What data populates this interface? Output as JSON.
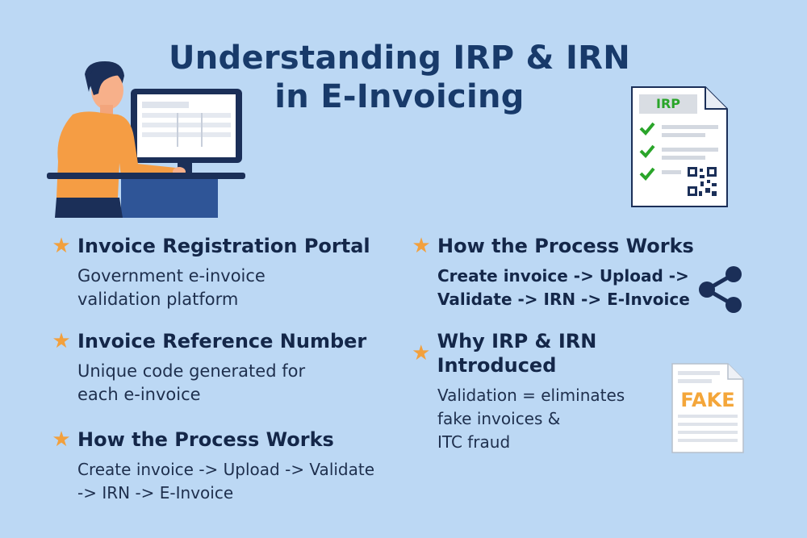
{
  "title": {
    "line1": "Understanding IRP & IRN",
    "line2": "in E-Invoicing"
  },
  "irp_doc": {
    "label": "IRP",
    "icon": "document-checklist-qr-icon"
  },
  "fake_doc": {
    "label": "FAKE",
    "icon": "fake-document-icon"
  },
  "colors": {
    "background": "#bcd8f4",
    "title": "#183a6a",
    "star": "#f2a03d",
    "check": "#2aa52a",
    "fake": "#f4a63a"
  },
  "left_items": [
    {
      "heading": "Invoice Registration Portal",
      "lines": [
        "Government e-invoice",
        "validation platform"
      ]
    },
    {
      "heading": "Invoice Reference Number",
      "lines": [
        "Unique code generated for",
        "each e-invoice"
      ]
    },
    {
      "heading": "How the Process Works",
      "lines": [
        "Create invoice -> Upload -> Validate",
        "-> IRN -> E-Invoice"
      ]
    }
  ],
  "right_items": [
    {
      "heading": "How the Process Works",
      "lines": [
        "Create invoice -> Upload ->",
        "Validate -> IRN -> E-Invoice"
      ]
    },
    {
      "heading": "Why IRP & IRN Introduced",
      "lines": [
        "Validation = eliminates",
        "fake invoices &",
        "ITC fraud"
      ]
    }
  ]
}
